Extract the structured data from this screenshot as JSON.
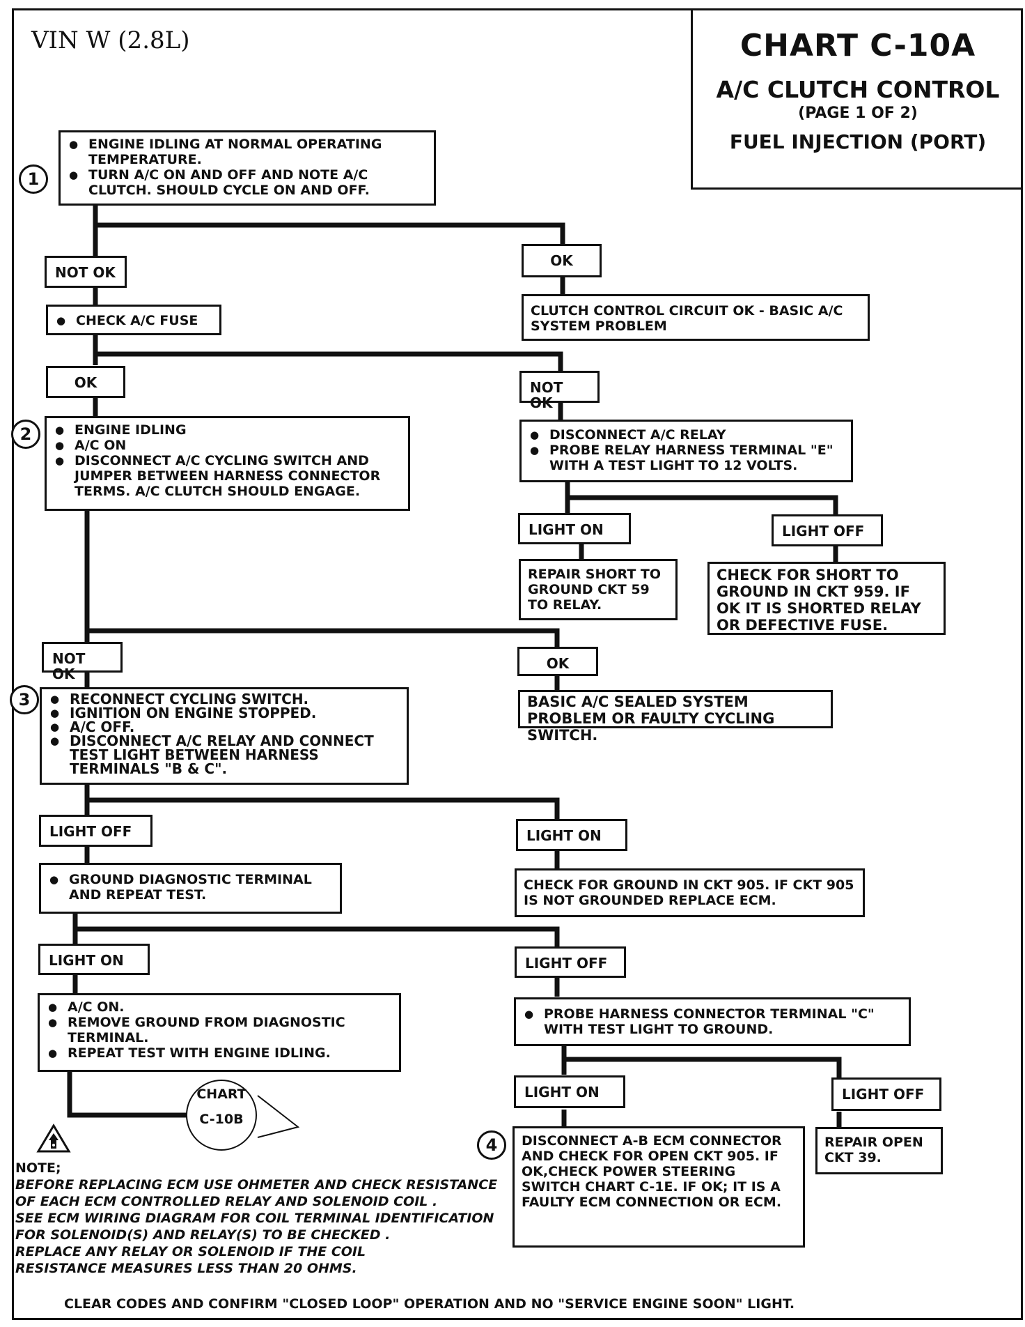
{
  "header": {
    "vin": "VIN  W  (2.8L)",
    "chart_title": "CHART C-10A",
    "subtitle": "A/C CLUTCH CONTROL",
    "page": "(PAGE 1 OF 2)",
    "fuel": "FUEL INJECTION (PORT)"
  },
  "steps": {
    "s1": "1",
    "s2": "2",
    "s3": "3",
    "s4": "4"
  },
  "boxes": {
    "b1": [
      "ENGINE IDLING AT NORMAL OPERATING TEMPERATURE.",
      "TURN A/C ON AND OFF AND NOTE A/C CLUTCH.  SHOULD CYCLE ON AND OFF."
    ],
    "notok1": "NOT OK",
    "ok1": "OK",
    "fuse": "CHECK A/C FUSE",
    "clutch_ok": "CLUTCH CONTROL CIRCUIT OK - BASIC A/C SYSTEM PROBLEM",
    "ok2": "OK",
    "notok2": "NOT OK",
    "b2": [
      "ENGINE IDLING",
      "A/C ON",
      "DISCONNECT A/C CYCLING SWITCH AND JUMPER BETWEEN HARNESS CONNECTOR TERMS.  A/C CLUTCH SHOULD ENGAGE."
    ],
    "relay": [
      "DISCONNECT A/C RELAY",
      "PROBE RELAY HARNESS TERMINAL \"E\" WITH A TEST LIGHT TO 12  VOLTS."
    ],
    "light_on1": "LIGHT ON",
    "light_off1": "LIGHT OFF",
    "repair_short": "REPAIR SHORT TO GROUND CKT 59 TO RELAY.",
    "check_short": "CHECK FOR SHORT TO GROUND IN CKT 959. IF OK IT IS SHORTED RELAY OR DEFECTIVE FUSE.",
    "notok3": "NOT OK",
    "ok3": "OK",
    "sealed": "BASIC A/C SEALED SYSTEM PROBLEM OR FAULTY CYCLING SWITCH.",
    "b3": [
      "RECONNECT CYCLING SWITCH.",
      "IGNITION ON ENGINE STOPPED.",
      "A/C OFF.",
      "DISCONNECT A/C RELAY AND CONNECT TEST LIGHT BETWEEN HARNESS TERMINALS \"B & C\"."
    ],
    "light_off2": "LIGHT OFF",
    "light_on2": "LIGHT ON",
    "ground_diag": "GROUND DIAGNOSTIC TERMINAL AND REPEAT TEST.",
    "check_905": "CHECK FOR GROUND IN CKT 905. IF CKT 905 IS NOT GROUNDED REPLACE ECM.",
    "light_on3": "LIGHT ON",
    "light_off3": "LIGHT OFF",
    "ac_on": [
      "A/C ON.",
      "REMOVE GROUND FROM DIAGNOSTIC TERMINAL.",
      "REPEAT TEST WITH ENGINE IDLING."
    ],
    "probe_c": "PROBE HARNESS CONNECTOR TERMINAL \"C\" WITH TEST LIGHT TO GROUND.",
    "light_on4": "LIGHT ON",
    "light_off4": "LIGHT OFF",
    "disconnect_ab": "DISCONNECT A-B  ECM CONNECTOR AND CHECK FOR OPEN CKT 905. IF OK,CHECK POWER STEERING SWITCH CHART C-1E.  IF OK;  IT IS A FAULTY ECM CONNECTION OR ECM.",
    "repair_open": "REPAIR OPEN CKT 39.",
    "chart_ref": [
      "CHART",
      "C-10B"
    ]
  },
  "note": {
    "heading": "NOTE;",
    "lines": [
      "BEFORE REPLACING ECM USE OHMETER AND CHECK RESISTANCE",
      "OF EACH ECM CONTROLLED RELAY AND SOLENOID COIL .",
      "SEE ECM WIRING DIAGRAM FOR COIL TERMINAL IDENTIFICATION",
      "FOR SOLENOID(S) AND RELAY(S) TO BE CHECKED .",
      "REPLACE ANY RELAY OR SOLENOID IF THE COIL",
      "RESISTANCE MEASURES LESS THAN 20 OHMS."
    ]
  },
  "footer": "CLEAR CODES AND CONFIRM \"CLOSED LOOP\" OPERATION AND NO \"SERVICE ENGINE SOON\" LIGHT."
}
